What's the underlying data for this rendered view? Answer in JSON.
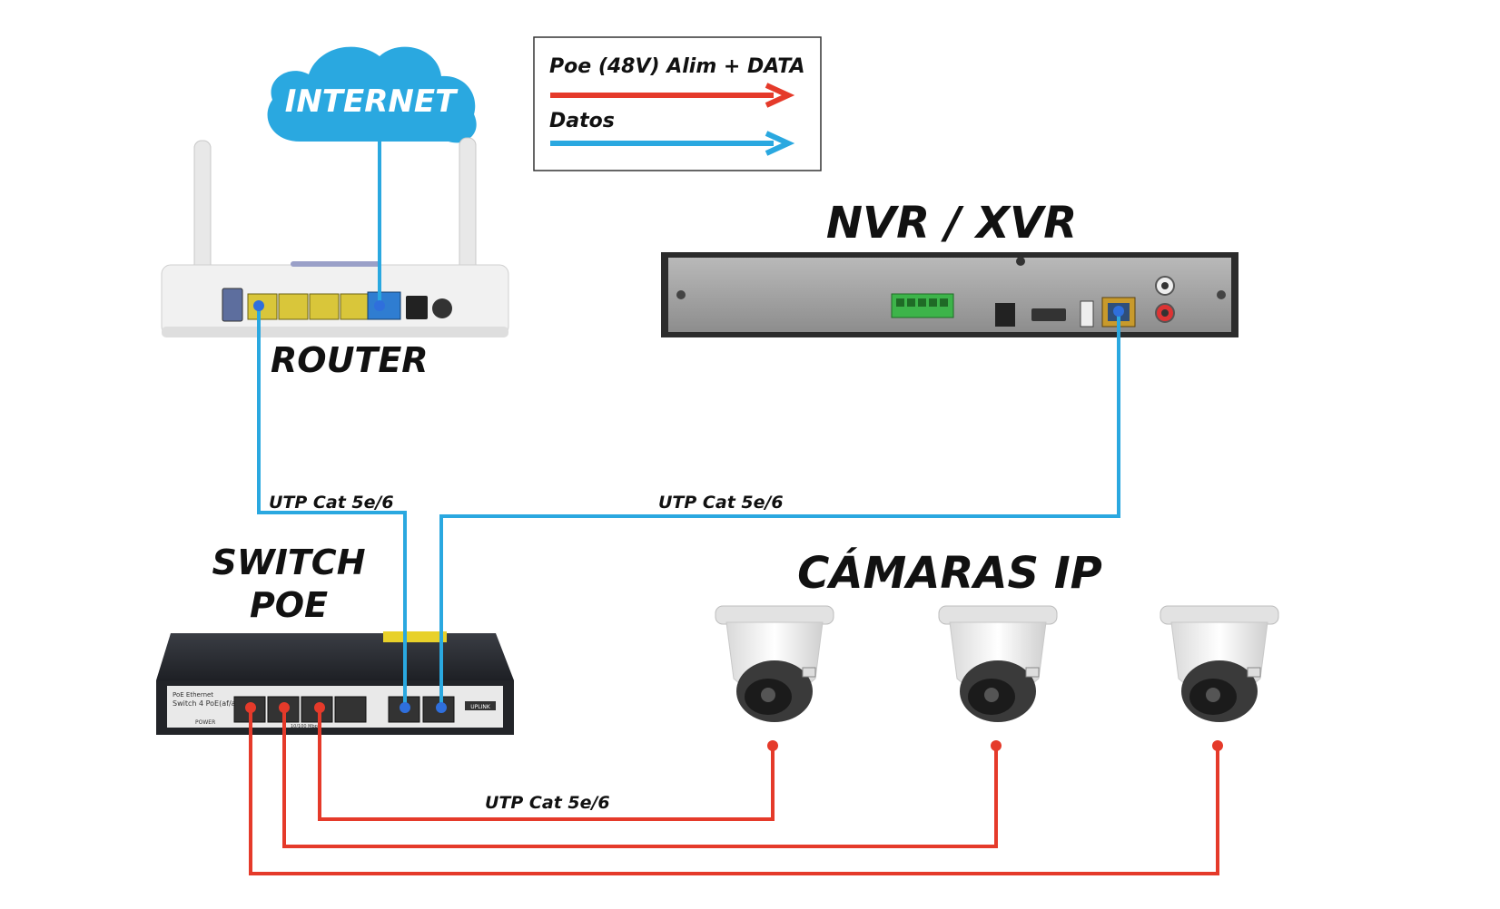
{
  "internet": {
    "label": "INTERNET"
  },
  "legend": {
    "poe_label": "Poe (48V) Alim + DATA",
    "data_label": "Datos",
    "poe_color": "#e53a2a",
    "data_color": "#2aa8e0"
  },
  "nvr": {
    "title": "NVR / XVR"
  },
  "router": {
    "title": "ROUTER"
  },
  "switch": {
    "title_line1": "SWITCH",
    "title_line2": "POE",
    "model_line1": "PoE Ethernet",
    "model_line2": "Switch 4 PoE(af/at)",
    "power_label": "POWER",
    "uplink_label": "UPLINK",
    "speed_label": "10/100 Mbps"
  },
  "cameras": {
    "title": "CÁMARAS IP"
  },
  "cables": {
    "router_switch": "UTP Cat 5e/6",
    "nvr_switch": "UTP Cat 5e/6",
    "switch_cameras": "UTP Cat 5e/6"
  }
}
